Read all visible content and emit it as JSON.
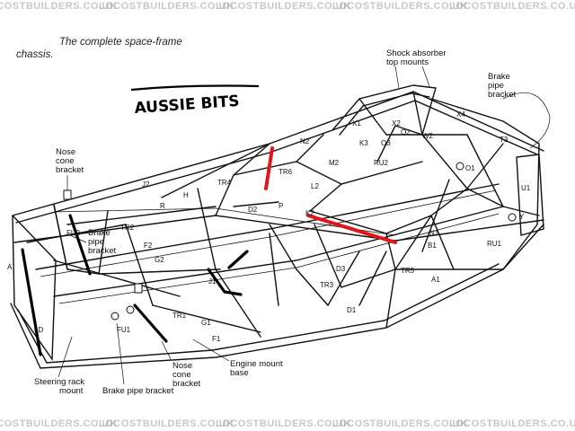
{
  "caption": {
    "line1": "The complete space-frame",
    "line2": "chassis."
  },
  "handwritten_note": "AUSSIE BITS",
  "callouts": {
    "shock_absorber_top_mounts": [
      "Shock absorber",
      "top mounts"
    ],
    "brake_pipe_bracket_right": [
      "Brake",
      "pipe",
      "bracket"
    ],
    "nose_cone_bracket_left": [
      "Nose",
      "cone",
      "bracket"
    ],
    "brake_pipe_bracket_front": [
      "Brake",
      "pipe",
      "bracket"
    ],
    "steering_rack_mount": [
      "Steering rack",
      "mount"
    ],
    "brake_pipe_bracket_bottom": "Brake pipe bracket",
    "nose_cone_bracket_bottom": [
      "Nose",
      "cone",
      "bracket"
    ],
    "engine_mount_base": [
      "Engine mount",
      "base"
    ]
  },
  "part_labels": [
    "X1",
    "X2",
    "X4",
    "N2",
    "K3",
    "O3",
    "O2",
    "W2",
    "T3",
    "M2",
    "RU2",
    "J2",
    "TR6",
    "TR4",
    "H",
    "R",
    "D2",
    "P",
    "L2",
    "K2",
    "TR2",
    "FU2",
    "F2",
    "G2",
    "J1",
    "D3",
    "N1",
    "B1",
    "O1",
    "RU1",
    "TR5",
    "A1",
    "TR3",
    "D1",
    "TR1",
    "G1",
    "F1",
    "FU1",
    "LD",
    "A",
    "U1",
    "Y"
  ],
  "watermark": "LOCOSTBUILDERS.CO.UK",
  "colors": {
    "highlight": "#e0161b",
    "ink": "#111111"
  }
}
